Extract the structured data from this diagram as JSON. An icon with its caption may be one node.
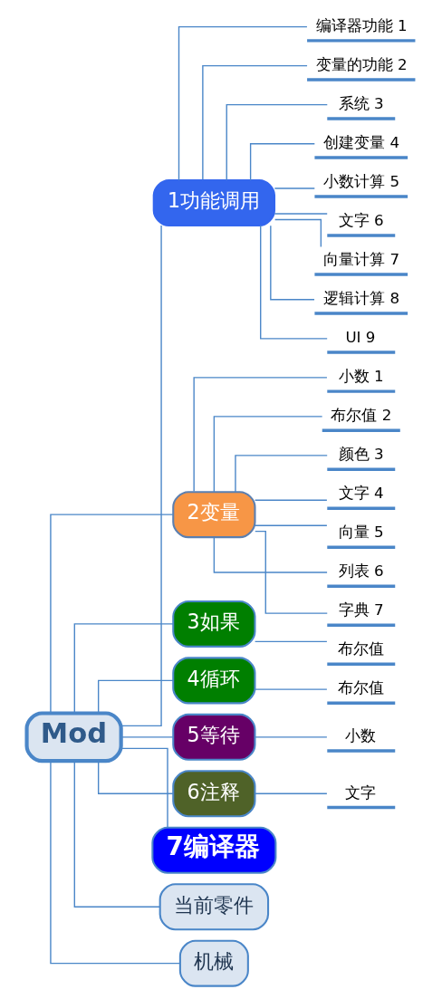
{
  "diagram": {
    "nodes": [
      {
        "text": [
          "Mod"
        ]
      },
      {
        "text": [
          "1功能调用"
        ]
      },
      {
        "text": [
          "编译器功能 1"
        ]
      },
      {
        "text": [
          "变量的功能 2"
        ]
      },
      {
        "text": [
          "系统 3"
        ]
      },
      {
        "text": [
          "创建变量 4"
        ]
      },
      {
        "text": [
          "小数计算 5"
        ]
      },
      {
        "text": [
          "文字 6"
        ]
      },
      {
        "text": [
          "向量计算 7"
        ]
      },
      {
        "text": [
          "逻辑计算 8"
        ]
      },
      {
        "text": [
          "UI 9"
        ]
      },
      {
        "text": [
          "2变量"
        ]
      },
      {
        "text": [
          "小数 1"
        ]
      },
      {
        "text": [
          "布尔值 2"
        ]
      },
      {
        "text": [
          "颜色 3"
        ]
      },
      {
        "text": [
          "文字 4"
        ]
      },
      {
        "text": [
          "向量 5"
        ]
      },
      {
        "text": [
          "列表 6"
        ]
      },
      {
        "text": [
          "字典 7"
        ]
      },
      {
        "text": [
          "3如果"
        ]
      },
      {
        "text": [
          "布尔值"
        ]
      },
      {
        "text": [
          "4循环"
        ]
      },
      {
        "text": [
          "布尔值"
        ]
      },
      {
        "text": [
          "5等待"
        ]
      },
      {
        "text": [
          "小数"
        ]
      },
      {
        "text": [
          "6注释"
        ]
      },
      {
        "text": [
          "文字"
        ]
      },
      {
        "text": [
          "7编译器"
        ]
      },
      {
        "text": [
          "当前零件"
        ]
      },
      {
        "text": [
          "机械"
        ]
      }
    ],
    "edges": [
      {
        "from": 0,
        "to": 1,
        "arrow": "none"
      },
      {
        "from": 1,
        "to": 2,
        "arrow": "none"
      },
      {
        "from": 1,
        "to": 3,
        "arrow": "none"
      },
      {
        "from": 1,
        "to": 4,
        "arrow": "none"
      },
      {
        "from": 1,
        "to": 5,
        "arrow": "none"
      },
      {
        "from": 1,
        "to": 6,
        "arrow": "none"
      },
      {
        "from": 1,
        "to": 7,
        "arrow": "none"
      },
      {
        "from": 1,
        "to": 8,
        "arrow": "none"
      },
      {
        "from": 1,
        "to": 9,
        "arrow": "none"
      },
      {
        "from": 1,
        "to": 10,
        "arrow": "none"
      },
      {
        "from": 0,
        "to": 11,
        "arrow": "none"
      },
      {
        "from": 11,
        "to": 12,
        "arrow": "none"
      },
      {
        "from": 11,
        "to": 13,
        "arrow": "none"
      },
      {
        "from": 11,
        "to": 14,
        "arrow": "none"
      },
      {
        "from": 11,
        "to": 15,
        "arrow": "none"
      },
      {
        "from": 11,
        "to": 16,
        "arrow": "none"
      },
      {
        "from": 11,
        "to": 17,
        "arrow": "none"
      },
      {
        "from": 11,
        "to": 18,
        "arrow": "none"
      },
      {
        "from": 0,
        "to": 19,
        "arrow": "none"
      },
      {
        "from": 19,
        "to": 20,
        "arrow": "none"
      },
      {
        "from": 0,
        "to": 21,
        "arrow": "none"
      },
      {
        "from": 21,
        "to": 22,
        "arrow": "none"
      },
      {
        "from": 0,
        "to": 23,
        "arrow": "none"
      },
      {
        "from": 23,
        "to": 24,
        "arrow": "none"
      },
      {
        "from": 0,
        "to": 25,
        "arrow": "none"
      },
      {
        "from": 25,
        "to": 26,
        "arrow": "none"
      },
      {
        "from": 0,
        "to": 27,
        "arrow": "none"
      },
      {
        "from": 0,
        "to": 28,
        "arrow": "none"
      },
      {
        "from": 0,
        "to": 29,
        "arrow": "none"
      }
    ]
  }
}
